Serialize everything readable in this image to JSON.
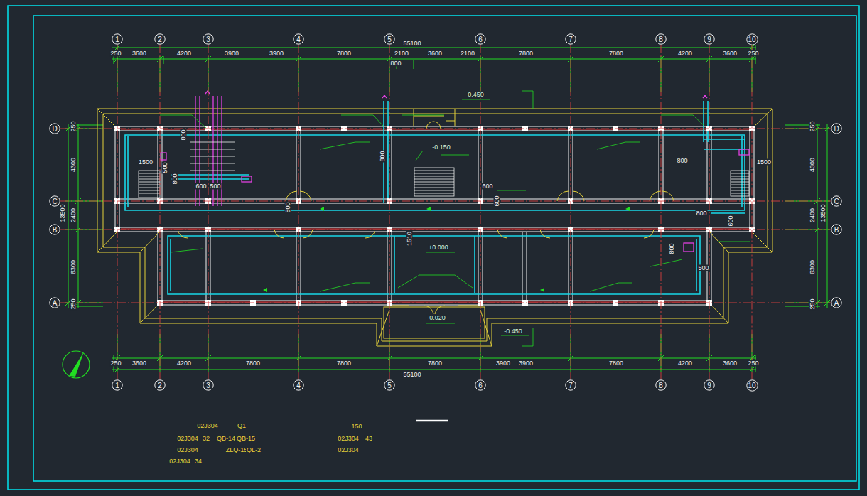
{
  "diagram": {
    "nodes": [
      {
        "text": [
          "1"
        ]
      },
      {
        "text": [
          "2"
        ]
      },
      {
        "text": [
          "3"
        ]
      },
      {
        "text": [
          "4"
        ]
      },
      {
        "text": [
          "5"
        ]
      },
      {
        "text": [
          "6"
        ]
      },
      {
        "text": [
          "7"
        ]
      },
      {
        "text": [
          "8"
        ]
      },
      {
        "text": [
          "9"
        ]
      },
      {
        "text": [
          "10"
        ]
      },
      {
        "text": [
          "D"
        ]
      },
      {
        "text": [
          "D"
        ]
      },
      {
        "text": [
          "C"
        ]
      },
      {
        "text": [
          "C"
        ]
      },
      {
        "text": [
          "B"
        ]
      },
      {
        "text": [
          "B"
        ]
      },
      {
        "text": [
          "A"
        ]
      },
      {
        "text": [
          "A"
        ]
      },
      {
        "text": [
          "1"
        ]
      },
      {
        "text": [
          "2"
        ]
      },
      {
        "text": [
          "3"
        ]
      },
      {
        "text": [
          "4"
        ]
      },
      {
        "text": [
          "5"
        ]
      },
      {
        "text": [
          "6"
        ]
      },
      {
        "text": [
          "7"
        ]
      },
      {
        "text": [
          "8"
        ]
      },
      {
        "text": [
          "9"
        ]
      },
      {
        "text": [
          "10"
        ]
      }
    ],
    "edges": [
      {
        "from": 0,
        "to": 18,
        "arrow": "none"
      },
      {
        "from": 1,
        "to": 19,
        "arrow": "none"
      },
      {
        "from": 2,
        "to": 20,
        "arrow": "none"
      },
      {
        "from": 3,
        "to": 21,
        "arrow": "none"
      },
      {
        "from": 4,
        "to": 22,
        "arrow": "none"
      },
      {
        "from": 5,
        "to": 23,
        "arrow": "none"
      },
      {
        "from": 6,
        "to": 24,
        "arrow": "none"
      },
      {
        "from": 7,
        "to": 25,
        "arrow": "none"
      },
      {
        "from": 8,
        "to": 26,
        "arrow": "none"
      },
      {
        "from": 9,
        "to": 27,
        "arrow": "none"
      },
      {
        "from": 10,
        "to": 11,
        "arrow": "none"
      },
      {
        "from": 12,
        "to": 13,
        "arrow": "none"
      },
      {
        "from": 14,
        "to": 15,
        "arrow": "none"
      },
      {
        "from": 16,
        "to": 17,
        "arrow": "none"
      }
    ],
    "labels": [
      "55100",
      "250",
      "3600",
      "4200",
      "3900",
      "3900",
      "7800",
      "2100",
      "3600",
      "2100",
      "7800",
      "7800",
      "4200",
      "3600",
      "250",
      "250",
      "3600",
      "4200",
      "7800",
      "7800",
      "7800",
      "3900",
      "3900",
      "7800",
      "4200",
      "3600",
      "250",
      "55100",
      "800",
      "-0.450",
      "-0.150",
      "1500",
      "1500",
      "600",
      "1510",
      "±0.000",
      "-0.020",
      "-0.450",
      "800",
      "500",
      "800",
      "600",
      "500",
      "800",
      "800",
      "800",
      "600",
      "800",
      "500",
      "600",
      "800",
      "250",
      "4300",
      "2400",
      "6300",
      "250",
      "13500",
      "250",
      "4300",
      "2400",
      "6300",
      "250",
      "13500",
      "02J304",
      "Q1",
      "02J304",
      "32",
      "QB-14",
      "QB-15",
      "02J304",
      "ZLQ-15",
      "QL-2",
      "02J304",
      "34",
      "150",
      "02J304",
      "43",
      "02J304"
    ]
  }
}
